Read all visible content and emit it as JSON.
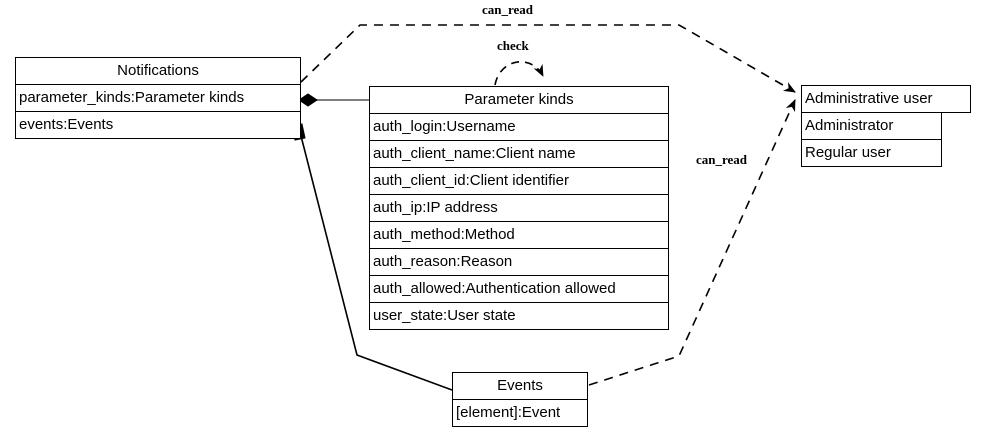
{
  "diagram": {
    "title": "UML class relationship diagram",
    "background": "#ffffff",
    "line_color": "#000000",
    "classes": [
      {
        "id": "notifications",
        "name": "Notifications",
        "attributes": [
          "parameter_kinds:Parameter kinds",
          "events:Events"
        ]
      },
      {
        "id": "parameter-kinds",
        "name": "Parameter kinds",
        "attributes": [
          "auth_login:Username",
          "auth_client_name:Client name",
          "auth_client_id:Client identifier",
          "auth_ip:IP address",
          "auth_method:Method",
          "auth_reason:Reason",
          "auth_allowed:Authentication allowed",
          "user_state:User state"
        ]
      },
      {
        "id": "administrative-user",
        "name": "Administrative user",
        "attributes": [
          "Administrator",
          "Regular user"
        ]
      },
      {
        "id": "events",
        "name": "Events",
        "attributes": [
          "[element]:Event"
        ]
      }
    ],
    "edges": [
      {
        "id": "notifications-can-read-administrative-user",
        "label": "can_read",
        "style": "dashed",
        "from": "notifications",
        "to": "administrative-user",
        "arrow": "open-arrow"
      },
      {
        "id": "parameter-kinds-check-self",
        "label": "check",
        "style": "dashed",
        "from": "parameter-kinds",
        "to": "parameter-kinds",
        "arrow": "open-arrow"
      },
      {
        "id": "events-can-read-administrative-user",
        "label": "can_read",
        "style": "dashed",
        "from": "events",
        "to": "administrative-user",
        "arrow": "open-arrow"
      },
      {
        "id": "notifications-composition-parameter-kinds",
        "label": "",
        "style": "solid",
        "from": "notifications",
        "to": "parameter-kinds",
        "arrow": "filled-diamond"
      },
      {
        "id": "notifications-composition-events",
        "label": "",
        "style": "solid",
        "from": "notifications",
        "to": "events",
        "arrow": "filled-diamond"
      }
    ]
  }
}
